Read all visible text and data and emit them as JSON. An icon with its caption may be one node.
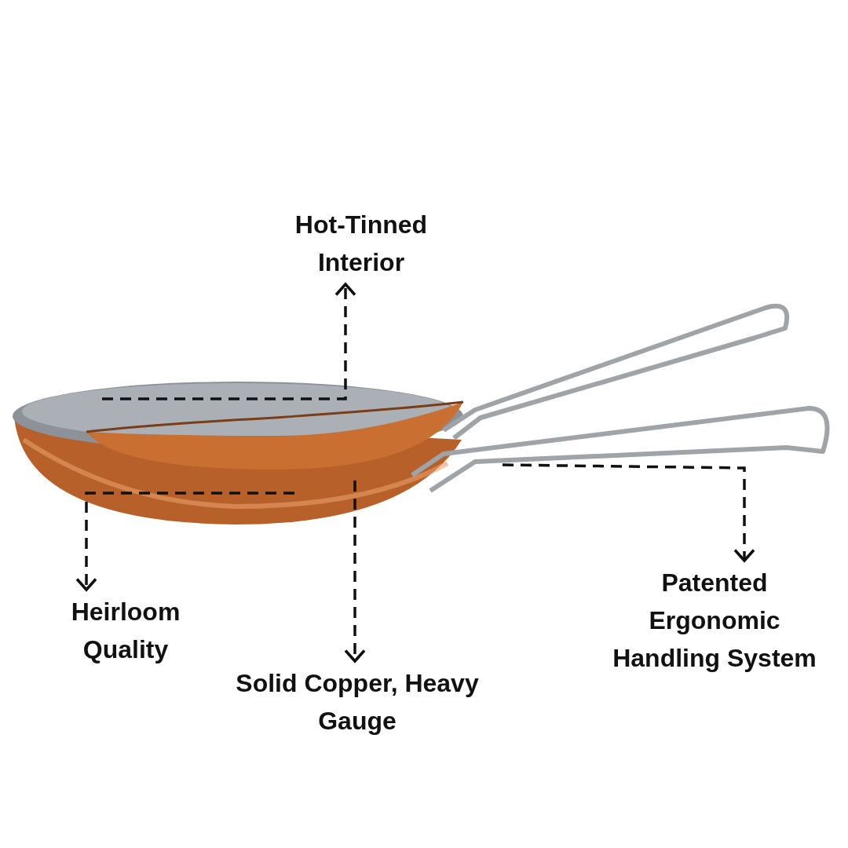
{
  "diagram": {
    "nodes": [
      {
        "text": [
          "Hot-Tinned Interior"
        ]
      },
      {
        "text": [
          "Heirloom Quality"
        ]
      },
      {
        "text": [
          "Solid Copper, Heavy Gauge"
        ]
      },
      {
        "text": [
          "Patented Ergonomic Handling System"
        ]
      },
      {
        "text": [],
        "shape": "picture"
      },
      {
        "text": [],
        "shape": "picture"
      }
    ],
    "edges": [
      {
        "from": 4,
        "to": 0,
        "arrow": "to",
        "style": "dashed"
      },
      {
        "from": 4,
        "to": 1,
        "arrow": "to",
        "style": "dashed"
      },
      {
        "from": 4,
        "to": 2,
        "arrow": "to",
        "style": "dashed"
      },
      {
        "from": 5,
        "to": 3,
        "arrow": "to",
        "style": "dashed"
      }
    ]
  }
}
